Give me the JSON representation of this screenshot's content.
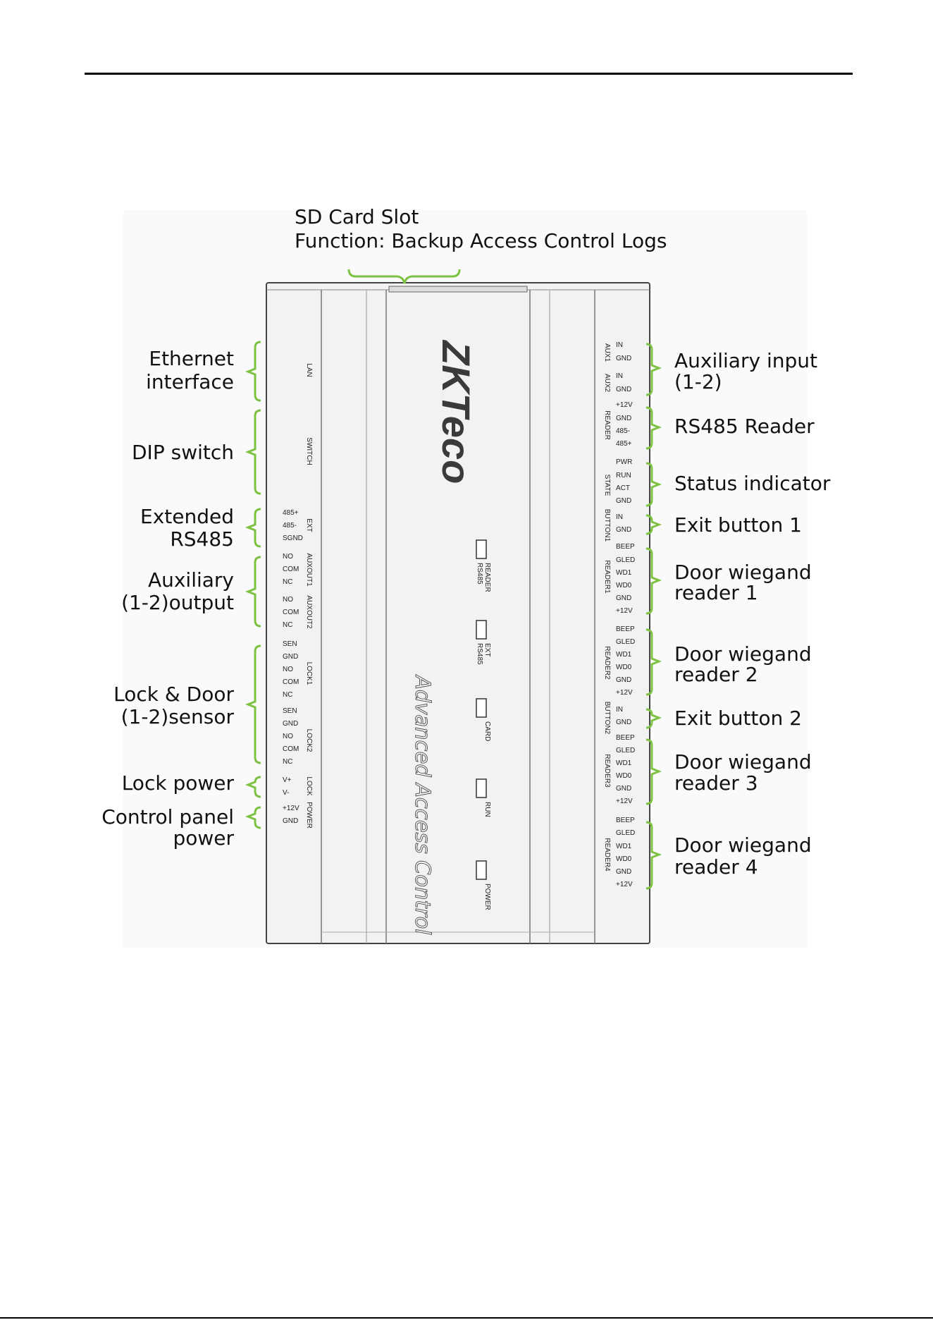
{
  "sd_card": {
    "title": "SD Card Slot",
    "function": "Function: Backup Access Control Logs"
  },
  "brand": {
    "logo_text": "ZKTeco",
    "product_text": "Advanced Access Control"
  },
  "left_callouts": [
    {
      "id": "ethernet",
      "lines": [
        "Ethernet",
        "interface"
      ]
    },
    {
      "id": "dip",
      "lines": [
        "DIP switch"
      ]
    },
    {
      "id": "ext485",
      "lines": [
        "Extended",
        "RS485"
      ]
    },
    {
      "id": "auxout",
      "lines": [
        "Auxiliary",
        "(1-2)output"
      ]
    },
    {
      "id": "lockdoor",
      "lines": [
        "Lock & Door",
        "(1-2)sensor"
      ]
    },
    {
      "id": "lockpower",
      "lines": [
        "Lock power"
      ]
    },
    {
      "id": "panelpower",
      "lines": [
        "Control panel",
        "power"
      ]
    }
  ],
  "right_callouts": [
    {
      "id": "auxin",
      "lines": [
        "Auxiliary input",
        "(1-2)"
      ]
    },
    {
      "id": "rs485reader",
      "lines": [
        "RS485 Reader"
      ]
    },
    {
      "id": "status",
      "lines": [
        "Status indicator"
      ]
    },
    {
      "id": "exit1",
      "lines": [
        "Exit button 1"
      ]
    },
    {
      "id": "reader1",
      "lines": [
        "Door wiegand",
        "reader 1"
      ]
    },
    {
      "id": "reader2",
      "lines": [
        "Door wiegand",
        "reader 2"
      ]
    },
    {
      "id": "exit2",
      "lines": [
        "Exit button 2"
      ]
    },
    {
      "id": "reader3",
      "lines": [
        "Door wiegand",
        "reader 3"
      ]
    },
    {
      "id": "reader4",
      "lines": [
        "Door wiegand",
        "reader 4"
      ]
    }
  ],
  "left_connectors": [
    {
      "name": "LAN",
      "pins": []
    },
    {
      "name": "SWITCH",
      "pins": []
    },
    {
      "name": "EXT",
      "pins": [
        "485+",
        "485-",
        "SGND"
      ]
    },
    {
      "name": "AUXOUT1",
      "pins": [
        "NO",
        "COM",
        "NC"
      ]
    },
    {
      "name": "AUXOUT2",
      "pins": [
        "NO",
        "COM",
        "NC"
      ]
    },
    {
      "name": "LOCK1",
      "pins": [
        "SEN",
        "GND",
        "NO",
        "COM",
        "NC"
      ]
    },
    {
      "name": "LOCK2",
      "pins": [
        "SEN",
        "GND",
        "NO",
        "COM",
        "NC"
      ]
    },
    {
      "name": "LOCK",
      "pins": [
        "V+",
        "V-"
      ]
    },
    {
      "name": "POWER",
      "pins": [
        "+12V",
        "GND"
      ]
    }
  ],
  "right_connectors": [
    {
      "name": "AUX1",
      "pins": [
        "IN",
        "GND"
      ]
    },
    {
      "name": "AUX2",
      "pins": [
        "IN",
        "GND"
      ]
    },
    {
      "name": "READER",
      "pins": [
        "+12V",
        "GND",
        "485-",
        "485+"
      ]
    },
    {
      "name": "STATE",
      "pins": [
        "PWR",
        "RUN",
        "ACT",
        "GND"
      ]
    },
    {
      "name": "BUTTON1",
      "pins": [
        "IN",
        "GND"
      ]
    },
    {
      "name": "READER1",
      "pins": [
        "BEEP",
        "GLED",
        "WD1",
        "WD0",
        "GND",
        "+12V"
      ]
    },
    {
      "name": "READER2",
      "pins": [
        "BEEP",
        "GLED",
        "WD1",
        "WD0",
        "GND",
        "+12V"
      ]
    },
    {
      "name": "BUTTON2",
      "pins": [
        "IN",
        "GND"
      ]
    },
    {
      "name": "READER3",
      "pins": [
        "BEEP",
        "GLED",
        "WD1",
        "WD0",
        "GND",
        "+12V"
      ]
    },
    {
      "name": "READER4",
      "pins": [
        "BEEP",
        "GLED",
        "WD1",
        "WD0",
        "GND",
        "+12V"
      ]
    }
  ],
  "leds": [
    {
      "lines": [
        "READER",
        "RS485"
      ]
    },
    {
      "lines": [
        "EXT",
        "RS485"
      ]
    },
    {
      "lines": [
        "CARD"
      ]
    },
    {
      "lines": [
        "RUN"
      ]
    },
    {
      "lines": [
        "POWER"
      ]
    }
  ],
  "colors": {
    "bracket": "#7dc242",
    "logo_dark": "#3a3a3a",
    "logo_green": "#7dc242",
    "housing": "#f2f2f2",
    "outline": "#444444"
  }
}
